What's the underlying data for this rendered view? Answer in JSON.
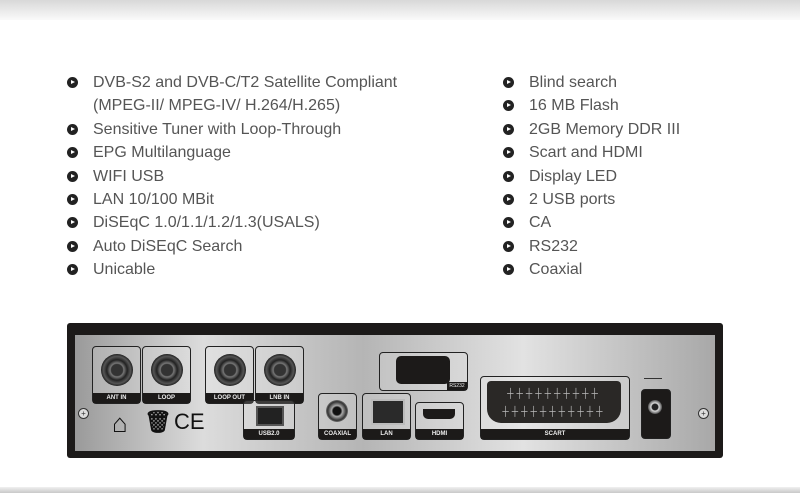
{
  "features_left": [
    "DVB-S2 and DVB-C/T2 Satellite Compliant",
    "(MPEG-II/ MPEG-IV/ H.264/H.265)",
    "Sensitive Tuner with Loop-Through",
    "EPG Multilanguage",
    "WIFI USB",
    "LAN 10/100 MBit",
    "DiSEqC 1.0/1.1/1.2/1.3(USALS)",
    "Auto DiSEqC Search",
    "Unicable"
  ],
  "features_right": [
    "Blind search",
    "16 MB Flash",
    "2GB Memory DDR III",
    "Scart and HDMI",
    "Display LED",
    "2 USB ports",
    "CA",
    "RS232",
    "Coaxial"
  ],
  "panel": {
    "ant_in": "ANT IN",
    "loop": "LOOP",
    "loop_out": "LOOP OUT",
    "lnb_in": "LNB IN",
    "usb": "USB2.0",
    "coaxial": "COAXIAL",
    "lan": "LAN",
    "hdmi": "HDMI",
    "scart": "SCART",
    "rs232": "RS232",
    "ce": "CE"
  }
}
